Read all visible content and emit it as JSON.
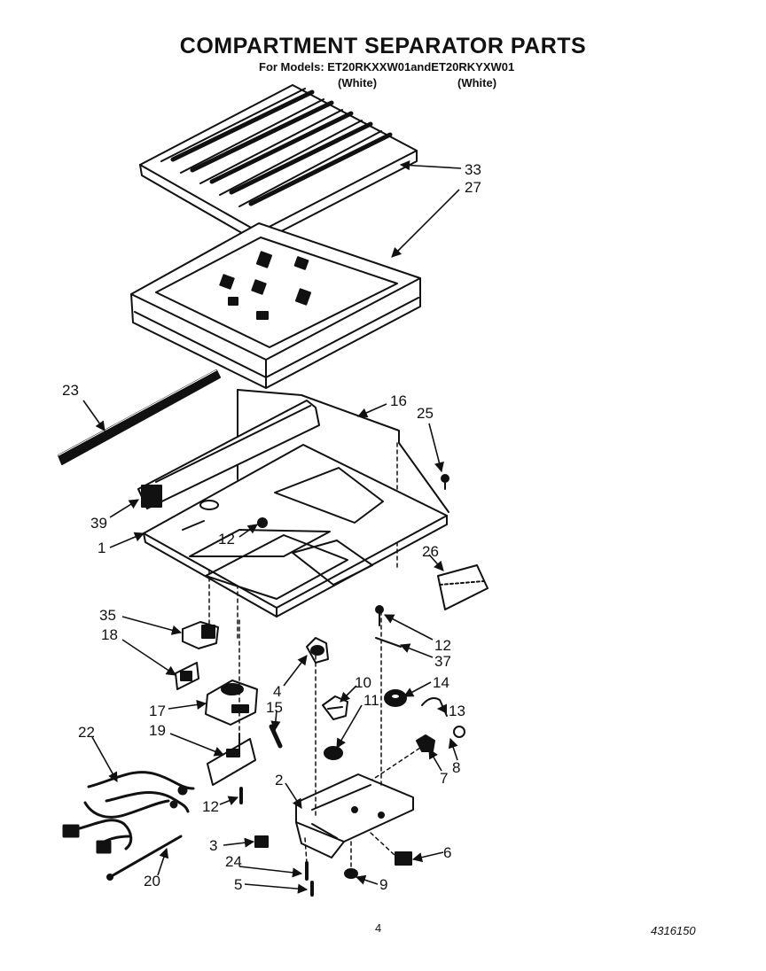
{
  "title": "COMPARTMENT SEPARATOR PARTS",
  "models_line": "For Models: ET20RKXXW01andET20RKYXW01",
  "variants": [
    "(White)",
    "(White)"
  ],
  "page_number": "4",
  "doc_number": "4316150",
  "callouts": [
    "33",
    "27",
    "23",
    "16",
    "25",
    "39",
    "1",
    "12",
    "26",
    "35",
    "18",
    "12",
    "37",
    "4",
    "10",
    "14",
    "13",
    "17",
    "15",
    "11",
    "22",
    "19",
    "8",
    "7",
    "2",
    "12",
    "3",
    "6",
    "24",
    "9",
    "5",
    "20"
  ]
}
